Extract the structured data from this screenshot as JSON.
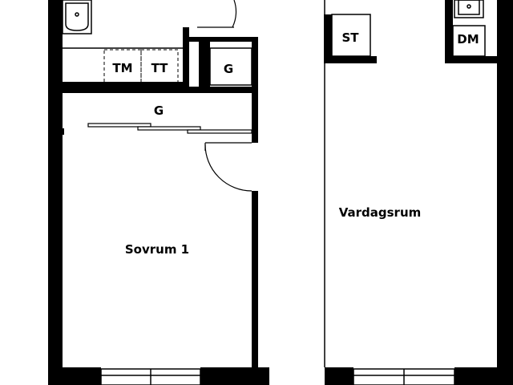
{
  "rooms": {
    "bedroom": "Sovrum 1",
    "living": "Vardagsrum",
    "wardrobe_corridor": "G",
    "wardrobe_small": "G"
  },
  "fixtures": {
    "washing_machine": "TM",
    "tumble_dryer": "TT",
    "storage": "ST",
    "dishwasher": "DM"
  },
  "colors": {
    "wall": "#000000",
    "background": "#ffffff",
    "line": "#000000"
  },
  "icons": [
    "sink-icon",
    "door-swing-icon",
    "window-icon",
    "sliding-door-icon"
  ]
}
